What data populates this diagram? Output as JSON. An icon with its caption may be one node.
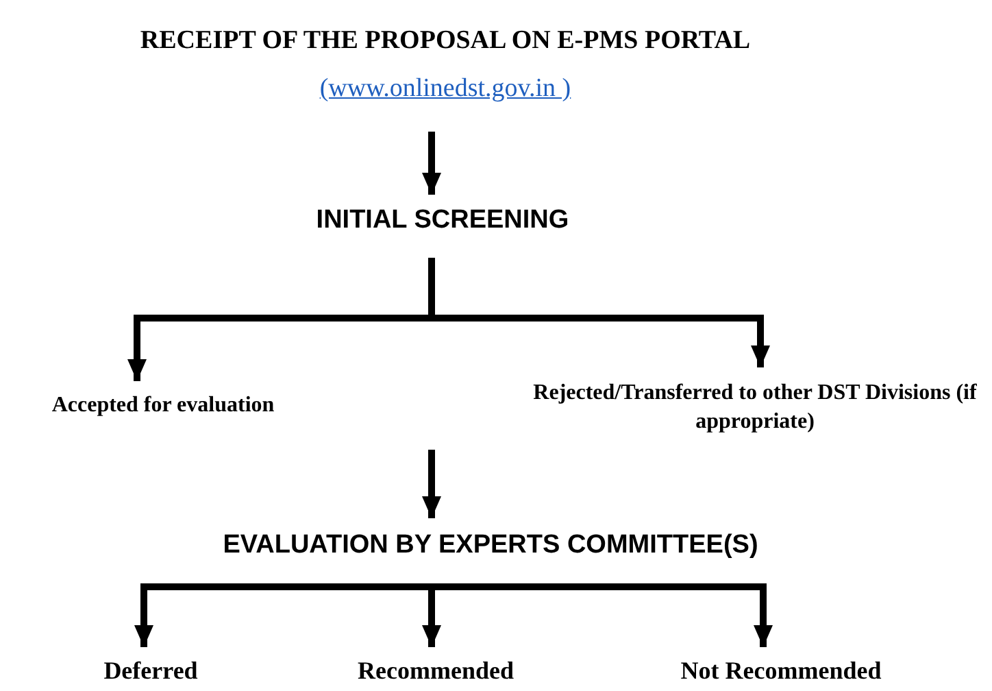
{
  "diagram": {
    "nodes": [
      {
        "text": [
          "RECEIPT OF THE PROPOSAL ON E-PMS PORTAL",
          "(www.onlinedst.gov.in )"
        ]
      },
      {
        "text": [
          "INITIAL SCREENING"
        ]
      },
      {
        "text": [
          "Accepted for evaluation"
        ]
      },
      {
        "text": [
          "Rejected/Transferred to other DST Divisions (if appropriate)"
        ]
      },
      {
        "text": [
          "EVALUATION BY EXPERTS COMMITTEE(S)"
        ]
      },
      {
        "text": [
          "Deferred"
        ]
      },
      {
        "text": [
          "Recommended"
        ]
      },
      {
        "text": [
          "Not Recommended"
        ]
      }
    ],
    "edges": [
      {
        "from": 0,
        "to": 1,
        "arrow": "to"
      },
      {
        "from": 1,
        "to": 2,
        "arrow": "to"
      },
      {
        "from": 1,
        "to": 3,
        "arrow": "to"
      },
      {
        "from": null,
        "to": 4,
        "arrow": "to"
      },
      {
        "from": 4,
        "to": 5,
        "arrow": "to"
      },
      {
        "from": 4,
        "to": 6,
        "arrow": "to"
      },
      {
        "from": 4,
        "to": 7,
        "arrow": "to"
      }
    ]
  }
}
